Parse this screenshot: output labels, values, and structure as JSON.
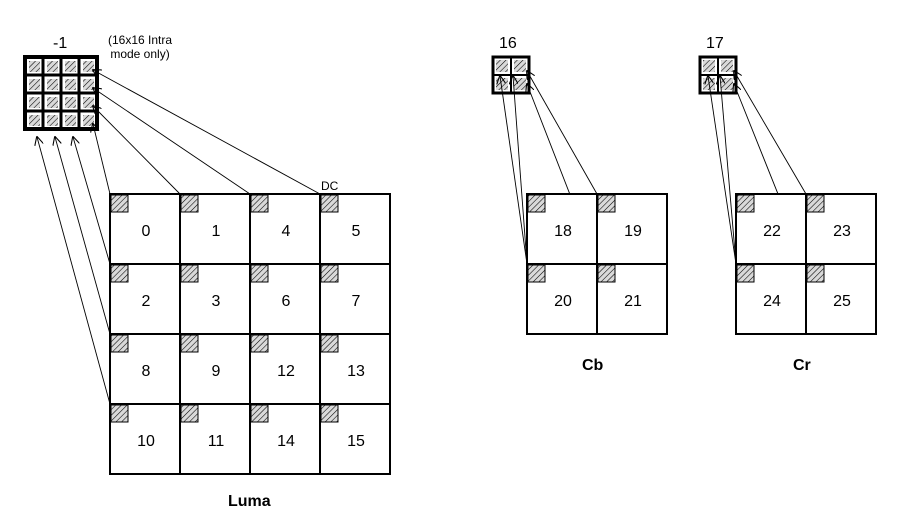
{
  "luma": {
    "dc_block": "-1",
    "note": "(16x16 Intra\nmode only)",
    "dc_label": "DC",
    "blocks": [
      "0",
      "1",
      "4",
      "5",
      "2",
      "3",
      "6",
      "7",
      "8",
      "9",
      "12",
      "13",
      "10",
      "11",
      "14",
      "15"
    ],
    "title": "Luma"
  },
  "cb": {
    "dc_block": "16",
    "blocks": [
      "18",
      "19",
      "20",
      "21"
    ],
    "title": "Cb"
  },
  "cr": {
    "dc_block": "17",
    "blocks": [
      "22",
      "23",
      "24",
      "25"
    ],
    "title": "Cr"
  },
  "colors": {
    "stroke": "#000000",
    "background": "#ffffff",
    "hatch_fill": "#d9d9d9"
  }
}
